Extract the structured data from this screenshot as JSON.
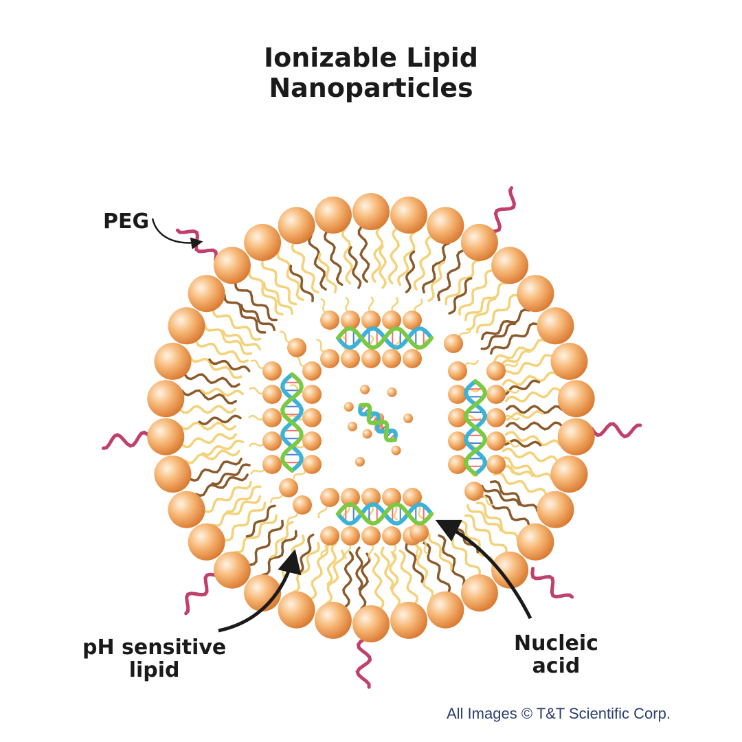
{
  "title": {
    "line1": "Ionizable Lipid",
    "line2": "Nanoparticles"
  },
  "labels": {
    "peg": "PEG",
    "ph_line1": "pH sensitive",
    "ph_line2": "lipid",
    "nucleic_line1": "Nucleic",
    "nucleic_line2": "acid"
  },
  "copyright": "All Images © T&T Scientific Corp.",
  "colors": {
    "lipid_head": "#f2a25e",
    "lipid_head_highlight": "#fff3e3",
    "tail_light": "#f4d27a",
    "tail_dark": "#8b5a2b",
    "peg": "#c0406a",
    "dna_green": "#7ac943",
    "dna_blue": "#3bb2d6",
    "arrow": "#1a1a1a",
    "text": "#1a1a1a",
    "copyright": "#2b3f6c"
  },
  "icons": [
    "peg-chain-icon",
    "dna-helix-icon",
    "lipid-head-icon"
  ]
}
